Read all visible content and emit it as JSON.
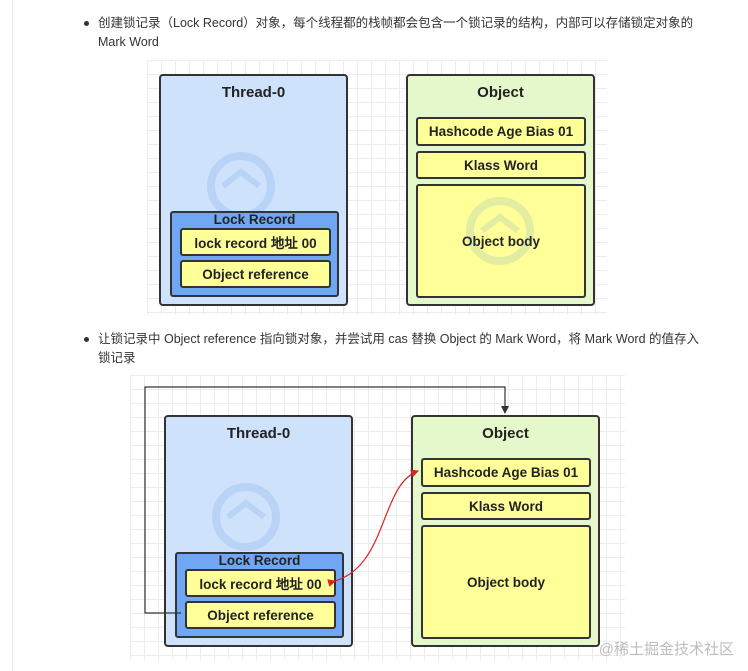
{
  "bullets": [
    {
      "text": "创建锁记录（Lock Record）对象，每个线程都的栈帧都会包含一个锁记录的结构，内部可以存储锁定对象的Mark Word"
    },
    {
      "text": "让锁记录中 Object reference 指向锁对象，并尝试用 cas 替换 Object 的 Mark Word，将 Mark Word 的值存入锁记录"
    }
  ],
  "diagrams": [
    {
      "thread_title": "Thread-0",
      "lock_record_title": "Lock Record",
      "lock_record_field": "lock  record 地址 00",
      "object_reference": "Object reference",
      "object_title": "Object",
      "mark_word": "Hashcode Age Bias 01",
      "klass_word": "Klass Word",
      "object_body": "Object body"
    },
    {
      "thread_title": "Thread-0",
      "lock_record_title": "Lock Record",
      "lock_record_field": "lock  record 地址 00",
      "object_reference": "Object reference",
      "object_title": "Object",
      "mark_word": "Hashcode Age Bias 01",
      "klass_word": "Klass Word",
      "object_body": "Object body"
    }
  ],
  "colors": {
    "thread_bg": "#cfe2fb",
    "lock_record_bg": "#6fa7f5",
    "object_bg": "#e5f8cc",
    "field_bg": "#ffff99",
    "cas_arrow": "#e02020",
    "ref_arrow": "#333333"
  },
  "watermark": "@稀土掘金技术社区"
}
